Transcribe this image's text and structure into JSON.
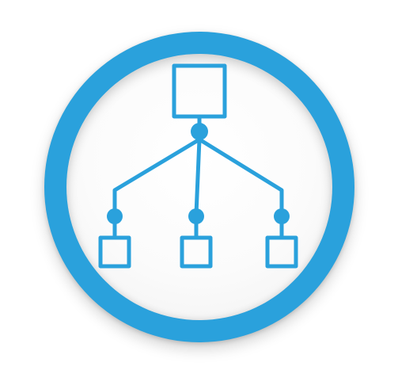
{
  "icon": {
    "name": "hierarchy-network-icon",
    "accent_color": "#2aa1dc",
    "nodes": [
      "root",
      "left-child",
      "middle-child",
      "right-child"
    ]
  }
}
